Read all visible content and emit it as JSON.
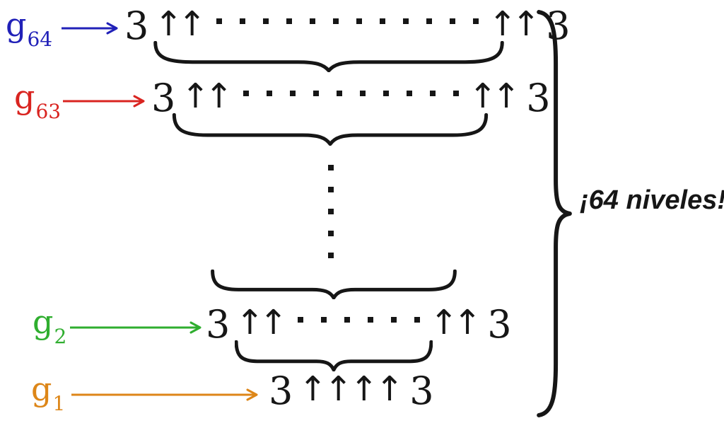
{
  "colors": {
    "ink": "#161616",
    "g64": "#2121b8",
    "g63": "#d92420",
    "g2": "#2fae2f",
    "g1": "#dd8618"
  },
  "rows": {
    "g64": {
      "label": "g",
      "subscript": "64",
      "left_num": "3",
      "left_arrows": "↑↑",
      "dot_count": 12,
      "right_arrows": "↑↑",
      "right_num": "3"
    },
    "g63": {
      "label": "g",
      "subscript": "63",
      "left_num": "3",
      "left_arrows": "↑↑",
      "dot_count": 10,
      "right_arrows": "↑↑",
      "right_num": "3"
    },
    "g2": {
      "label": "g",
      "subscript": "2",
      "left_num": "3",
      "left_arrows": "↑↑",
      "dot_count": 6,
      "right_arrows": "↑↑",
      "right_num": "3"
    },
    "g1": {
      "label": "g",
      "subscript": "1",
      "left_num": "3",
      "arrows": "↑↑↑↑",
      "right_num": "3"
    }
  },
  "middle": {
    "dot_count": 5
  },
  "side_brace": {
    "label": "¡64 niveles!"
  }
}
